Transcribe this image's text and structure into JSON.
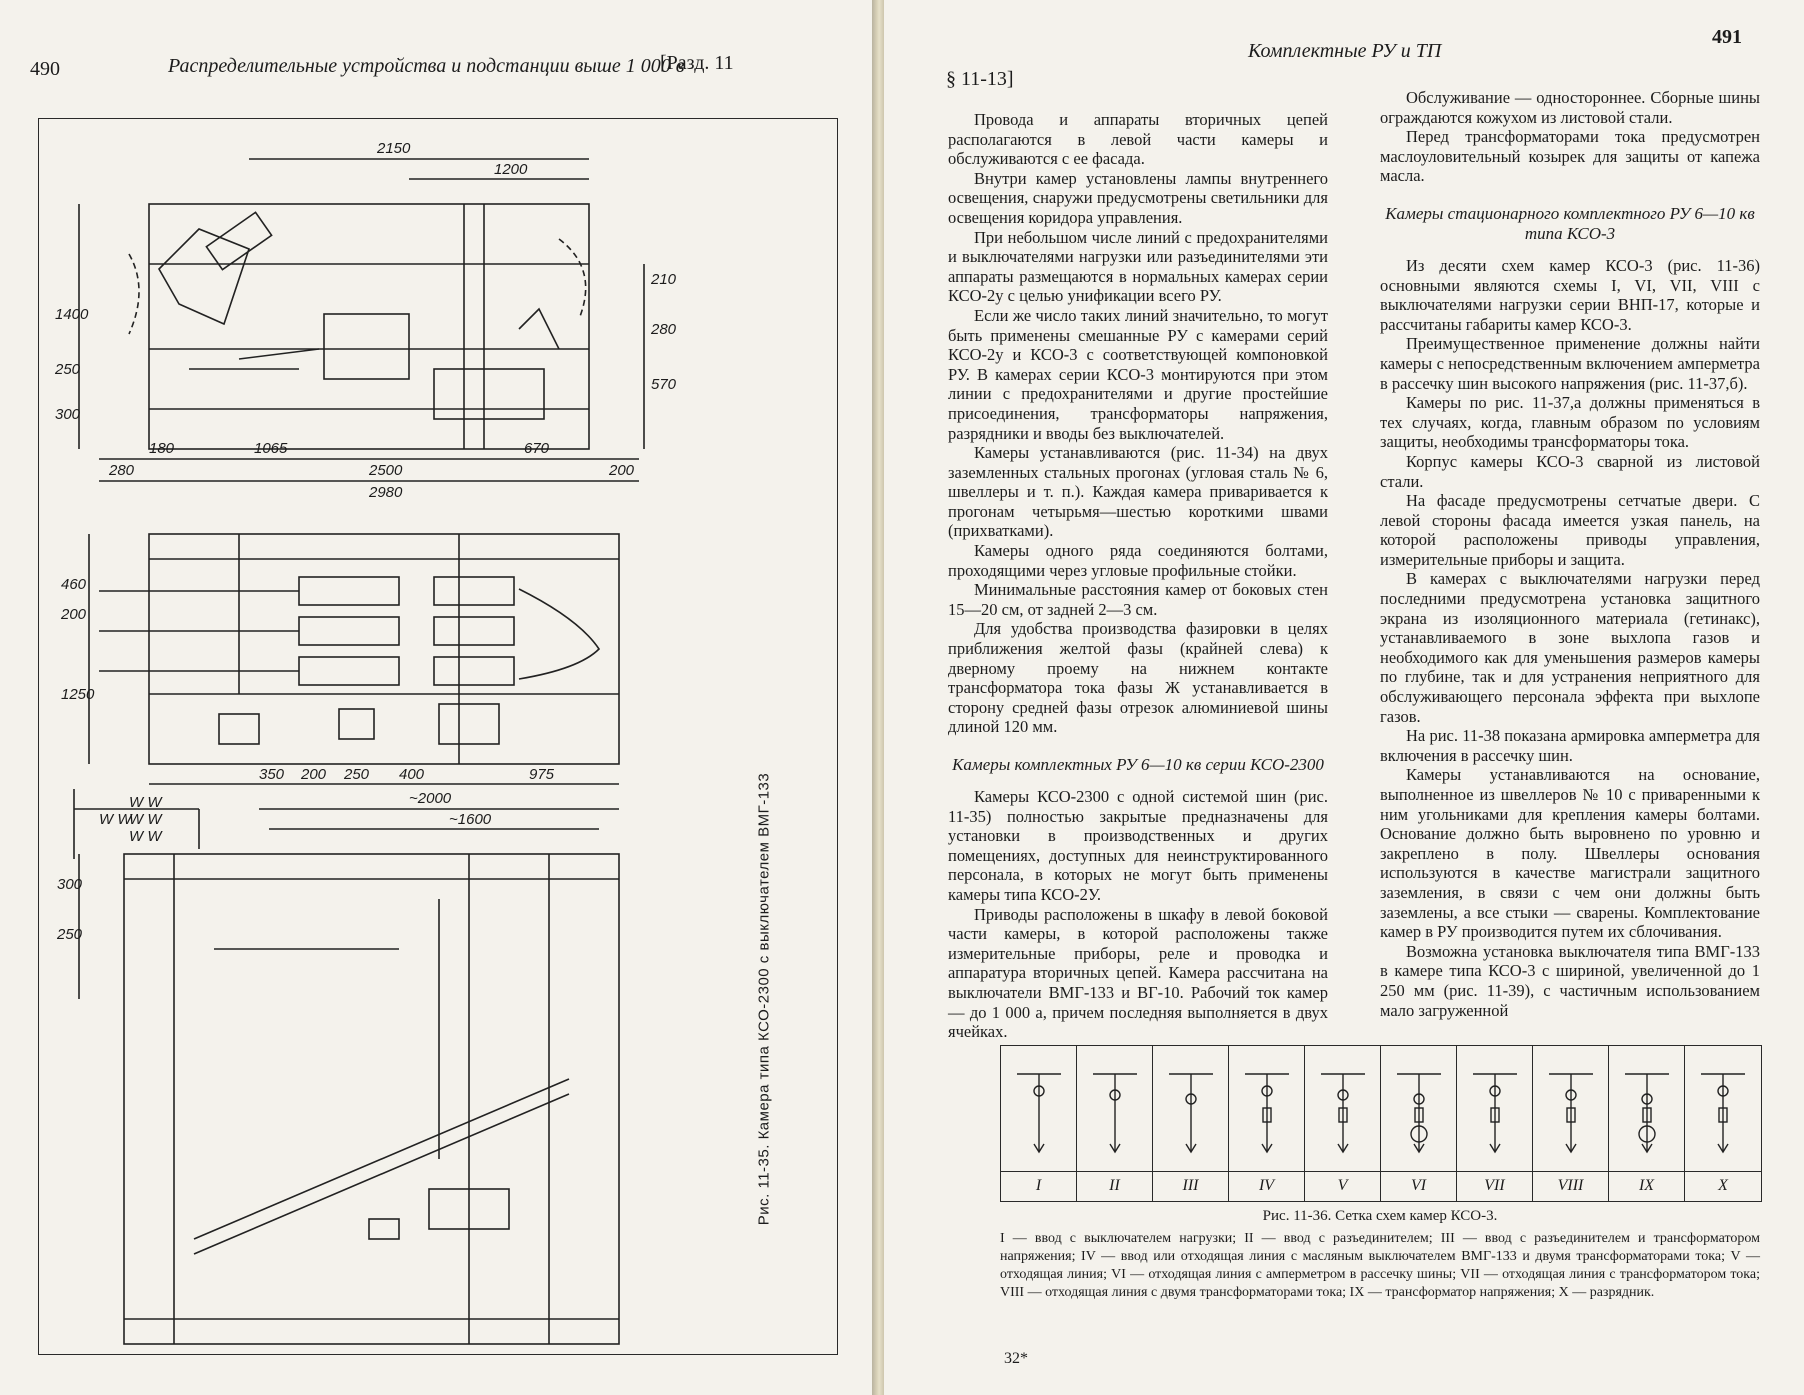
{
  "left_page": {
    "page_number": "490",
    "running_head": "Распределительные устройства и подстанции выше 1 000 в",
    "section_ref": "[Разд. 11",
    "figure_caption": "Рис. 11-35. Камера типа КСО-2300 с выключателем ВМГ-133",
    "dimensions": {
      "top_2150": "2150",
      "top_1200": "1200",
      "side_1400": "1400",
      "side_250": "250",
      "side_300": "300",
      "side_210": "210",
      "side_280": "280",
      "side_570": "570",
      "bot_180": "180",
      "bot_1065": "1065",
      "bot_670": "670",
      "bot_2500": "2500",
      "bot_200": "200",
      "bot_280": "280",
      "bot_2980": "2980",
      "plan_460": "460",
      "plan_200": "200",
      "plan_1250": "1250",
      "plan_350": "350",
      "plan_200b": "200",
      "plan_250": "250",
      "plan_400": "400",
      "plan_975": "975",
      "low_2000": "~2000",
      "low_1600": "~1600",
      "low_300": "300",
      "low_250": "250",
      "switch_w1": "W W",
      "switch_w2": "W W",
      "switch_w3": "W W",
      "switch_w4": "W W"
    }
  },
  "right_page": {
    "running_head": "Комплектные РУ и ТП",
    "page_number": "491",
    "section_ref": "§ 11-13]",
    "col_left": {
      "p1": "Провода и аппараты вторичных цепей располагаются в левой части камеры и обслуживаются с ее фасада.",
      "p2": "Внутри камер установлены лампы внутреннего освещения, снаружи предусмотрены светильники для освещения коридора управления.",
      "p3": "При небольшом числе линий с предохранителями и выключателями нагрузки или разъединителями эти аппараты размещаются в нормальных камерах серии КСО-2у с целью унификации всего РУ.",
      "p4": "Если же число таких линий значительно, то могут быть применены смешанные РУ с камерами серий КСО-2у и КСО-3 с соответствующей компоновкой РУ. В камерах серии КСО-3 монтируются при этом линии с предохранителями и другие простейшие присоединения, трансформаторы напряжения, разрядники и вводы без выключателей.",
      "p5": "Камеры устанавливаются (рис. 11-34) на двух заземленных стальных прогонах (угловая сталь № 6, швеллеры и т. п.). Каждая камера приваривается к прогонам четырьмя—шестью короткими швами (прихватками).",
      "p6": "Камеры одного ряда соединяются болтами, проходящими через угловые профильные стойки.",
      "p7": "Минимальные расстояния камер от боковых стен 15—20 см, от задней 2—3 см.",
      "p8": "Для удобства производства фазировки в целях приближения желтой фазы (крайней слева) к дверному проему на нижнем контакте трансформатора тока фазы Ж устанавливается в сторону средней фазы отрезок алюминиевой шины длиной 120 мм.",
      "h1": "Камеры комплектных РУ 6—10 кв серии КСО-2300",
      "p9": "Камеры КСО-2300 с одной системой шин (рис. 11-35) полностью закрытые предназначены для установки в производственных и других помещениях, доступных для неинструктированного персонала, в которых не могут быть применены камеры типа КСО-2У.",
      "p10": "Приводы расположены в шкафу в левой боковой части камеры, в которой расположены также измерительные приборы, реле и проводка и аппаратура вторичных цепей. Камера рассчитана на выключатели ВМГ-133 и ВГ-10. Рабочий ток камер — до 1 000 а, причем последняя выполняется в двух ячейках."
    },
    "col_right": {
      "p1": "Обслуживание — одностороннее. Сборные шины ограждаются кожухом из листовой стали.",
      "p2": "Перед трансформаторами тока предусмотрен маслоуловительный козырек для защиты от капежа масла.",
      "h1": "Камеры стационарного комплектного РУ 6—10 кв типа КСО-3",
      "p3": "Из десяти схем камер КСО-3 (рис. 11-36) основными являются схемы I, VI, VII, VIII с выключателями нагрузки серии ВНП-17, которые и рассчитаны габариты камер КСО-3.",
      "p4": "Преимущественное применение должны найти камеры с непосредственным включением амперметра в рассечку шин высокого напряжения (рис. 11-37,б).",
      "p5": "Камеры по рис. 11-37,а должны применяться в тех случаях, когда, главным образом по условиям защиты, необходимы трансформаторы тока.",
      "p6": "Корпус камеры КСО-3 сварной из листовой стали.",
      "p7": "На фасаде предусмотрены сетчатые двери. С левой стороны фасада имеется узкая панель, на которой расположены приводы управления, измерительные приборы и защита.",
      "p8": "В камерах с выключателями нагрузки перед последними предусмотрена установка защитного экрана из изоляционного материала (гетинакс), устанавливаемого в зоне выхлопа газов и необходимого как для уменьшения размеров камеры по глубине, так и для устранения неприятного для обслуживающего персонала эффекта при выхлопе газов.",
      "p9": "На рис. 11-38 показана армировка амперметра для включения в рассечку шин.",
      "p10": "Камеры устанавливаются на основание, выполненное из швеллеров № 10 с приваренными к ним угольниками для крепления камеры болтами. Основание должно быть выровнено по уровню и закреплено в полу. Швеллеры основания используются в качестве магистрали защитного заземления, в связи с чем они должны быть заземлены, а все стыки — сварены. Комплектование камер в РУ производится путем их сблочивания.",
      "p11": "Возможна установка выключателя типа ВМГ-133 в камере типа КСО-3 с шириной, увеличенной до 1 250 мм (рис. 11-39), с частичным использованием мало загруженной"
    },
    "schemes": [
      "I",
      "II",
      "III",
      "IV",
      "V",
      "VI",
      "VII",
      "VIII",
      "IX",
      "X"
    ],
    "figure_caption": "Рис. 11-36. Сетка схем камер КСО-3.",
    "figure_legend": "I — ввод с выключателем нагрузки; II — ввод с разъединителем; III — ввод с разъединителем и трансформатором напряжения; IV — ввод или отходящая линия с масляным выключателем ВМГ-133 и двумя трансформаторами тока; V — отходящая линия; VI — отходящая линия с амперметром в рассечку шины; VII — отходящая линия с трансформатором тока; VIII — отходящая линия с двумя трансформаторами тока; IX — трансформатор напряжения; X — разрядник.",
    "signature_mark": "32*"
  }
}
